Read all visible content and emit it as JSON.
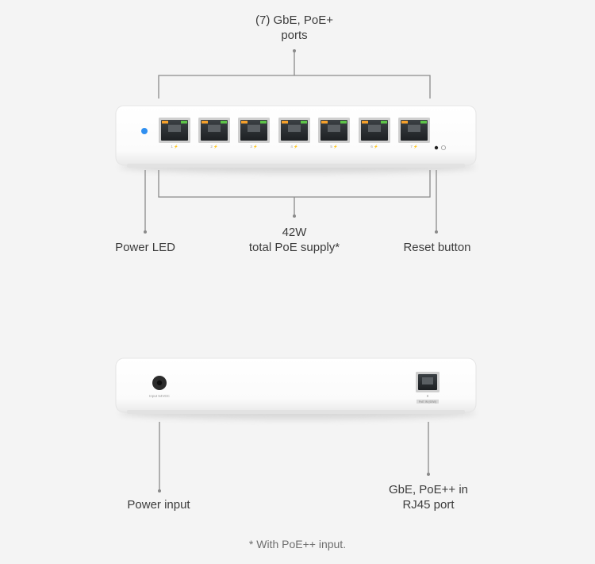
{
  "front": {
    "ports_label_line1": "(7) GbE, PoE+",
    "ports_label_line2": "ports",
    "power_led_label": "Power LED",
    "poe_supply_line1": "42W",
    "poe_supply_line2": "total PoE supply*",
    "reset_label": "Reset button",
    "port_numbers": [
      "1",
      "2",
      "3",
      "4",
      "5",
      "6",
      "7"
    ],
    "port_captions": [
      "1 ⚡",
      "2 ⚡",
      "3 ⚡",
      "4 ⚡",
      "5 ⚡",
      "6 ⚡",
      "7 ⚡"
    ]
  },
  "back": {
    "power_input_label": "Power input",
    "poe_in_line1": "GbE, PoE++ in",
    "poe_in_line2": "RJ45 port",
    "power_jack_caption": "Input 54VDC",
    "rj45_number": "8",
    "rj45_caption": "PoE IN (60W)"
  },
  "footnote": "* With PoE++ input.",
  "colors": {
    "background": "#f4f4f4",
    "device_body": "#fdfdfd",
    "port_orange": "#f5a02a",
    "port_green": "#5cc447",
    "led_blue": "#2f8ff0",
    "callout_line": "#8a8a8a"
  }
}
